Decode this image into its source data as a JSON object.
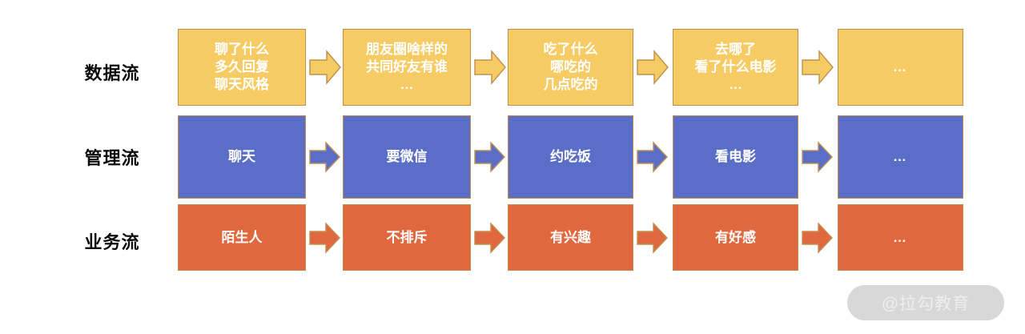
{
  "colors": {
    "data_flow_fill": "#f7cb63",
    "management_flow_fill": "#5a6ec8",
    "business_flow_fill": "#e1683e",
    "box_border": "#bf8f4f",
    "label_text": "#0d0d0d",
    "node_text": "#ffffff",
    "watermark_pill": "#d8d8d8",
    "watermark_text": "#eeeeee",
    "background": "#ffffff"
  },
  "rows": [
    {
      "id": "data-flow",
      "label": "数据流",
      "nodes": [
        {
          "text": "聊了什么\n多久回复\n聊天风格",
          "is_ellipsis": false
        },
        {
          "text": "朋友圈啥样的\n共同好友有谁\n…",
          "is_ellipsis": false
        },
        {
          "text": "吃了什么\n哪吃的\n几点吃的",
          "is_ellipsis": false
        },
        {
          "text": "去哪了\n看了什么电影\n…",
          "is_ellipsis": false
        },
        {
          "text": "…",
          "is_ellipsis": true
        }
      ],
      "arrows": [
        "arrow-right-icon",
        "arrow-right-icon",
        "arrow-right-icon",
        "arrow-right-icon"
      ]
    },
    {
      "id": "management-flow",
      "label": "管理流",
      "nodes": [
        {
          "text": "聊天",
          "is_ellipsis": false
        },
        {
          "text": "要微信",
          "is_ellipsis": false
        },
        {
          "text": "约吃饭",
          "is_ellipsis": false
        },
        {
          "text": "看电影",
          "is_ellipsis": false
        },
        {
          "text": "…",
          "is_ellipsis": true
        }
      ],
      "arrows": [
        "arrow-right-icon",
        "arrow-right-icon",
        "arrow-right-icon",
        "arrow-right-icon"
      ]
    },
    {
      "id": "business-flow",
      "label": "业务流",
      "nodes": [
        {
          "text": "陌生人",
          "is_ellipsis": false
        },
        {
          "text": "不排斥",
          "is_ellipsis": false
        },
        {
          "text": "有兴趣",
          "is_ellipsis": false
        },
        {
          "text": "有好感",
          "is_ellipsis": false
        },
        {
          "text": "…",
          "is_ellipsis": true
        }
      ],
      "arrows": [
        "arrow-right-icon",
        "arrow-right-icon",
        "arrow-right-icon",
        "arrow-right-icon"
      ]
    }
  ],
  "watermark": {
    "text": "@拉勾教育"
  }
}
